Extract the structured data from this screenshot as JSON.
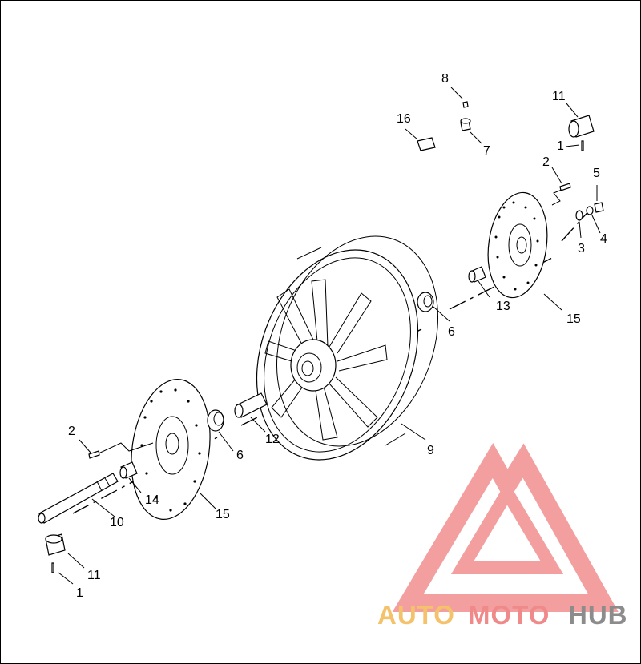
{
  "callouts": [
    {
      "id": "c8",
      "label": "8"
    },
    {
      "id": "c11a",
      "label": "11"
    },
    {
      "id": "c16",
      "label": "16"
    },
    {
      "id": "c7",
      "label": "7"
    },
    {
      "id": "c1a",
      "label": "1"
    },
    {
      "id": "c2a",
      "label": "2"
    },
    {
      "id": "c5",
      "label": "5"
    },
    {
      "id": "c3",
      "label": "3"
    },
    {
      "id": "c4",
      "label": "4"
    },
    {
      "id": "c13",
      "label": "13"
    },
    {
      "id": "c6a",
      "label": "6"
    },
    {
      "id": "c15a",
      "label": "15"
    },
    {
      "id": "c12",
      "label": "12"
    },
    {
      "id": "c9",
      "label": "9"
    },
    {
      "id": "c2b",
      "label": "2"
    },
    {
      "id": "c6b",
      "label": "6"
    },
    {
      "id": "c14",
      "label": "14"
    },
    {
      "id": "c10",
      "label": "10"
    },
    {
      "id": "c15b",
      "label": "15"
    },
    {
      "id": "c11b",
      "label": "11"
    },
    {
      "id": "c1b",
      "label": "1"
    }
  ],
  "watermark": {
    "part1": "AUTO",
    "part2": "MOTO",
    "part3": "HUB",
    "colors": {
      "auto": "#f4c26b",
      "moto": "#f08a8a",
      "hub": "#8c8c8c",
      "logo": "#ef7f7f"
    }
  }
}
